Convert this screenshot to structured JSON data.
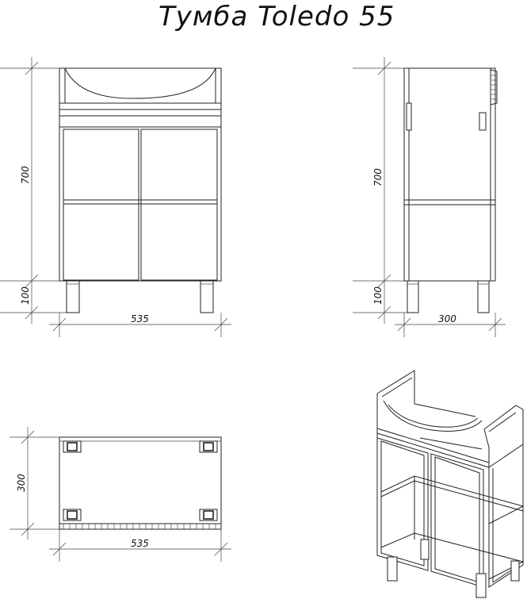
{
  "title": "Тумба  Toledo 55",
  "views": {
    "front": {
      "height_label": "700",
      "leg_label": "100",
      "width_label": "535"
    },
    "side": {
      "height_label": "700",
      "leg_label": "100",
      "depth_label": "300"
    },
    "top": {
      "depth_label": "300",
      "width_label": "535"
    },
    "isometric": {}
  }
}
